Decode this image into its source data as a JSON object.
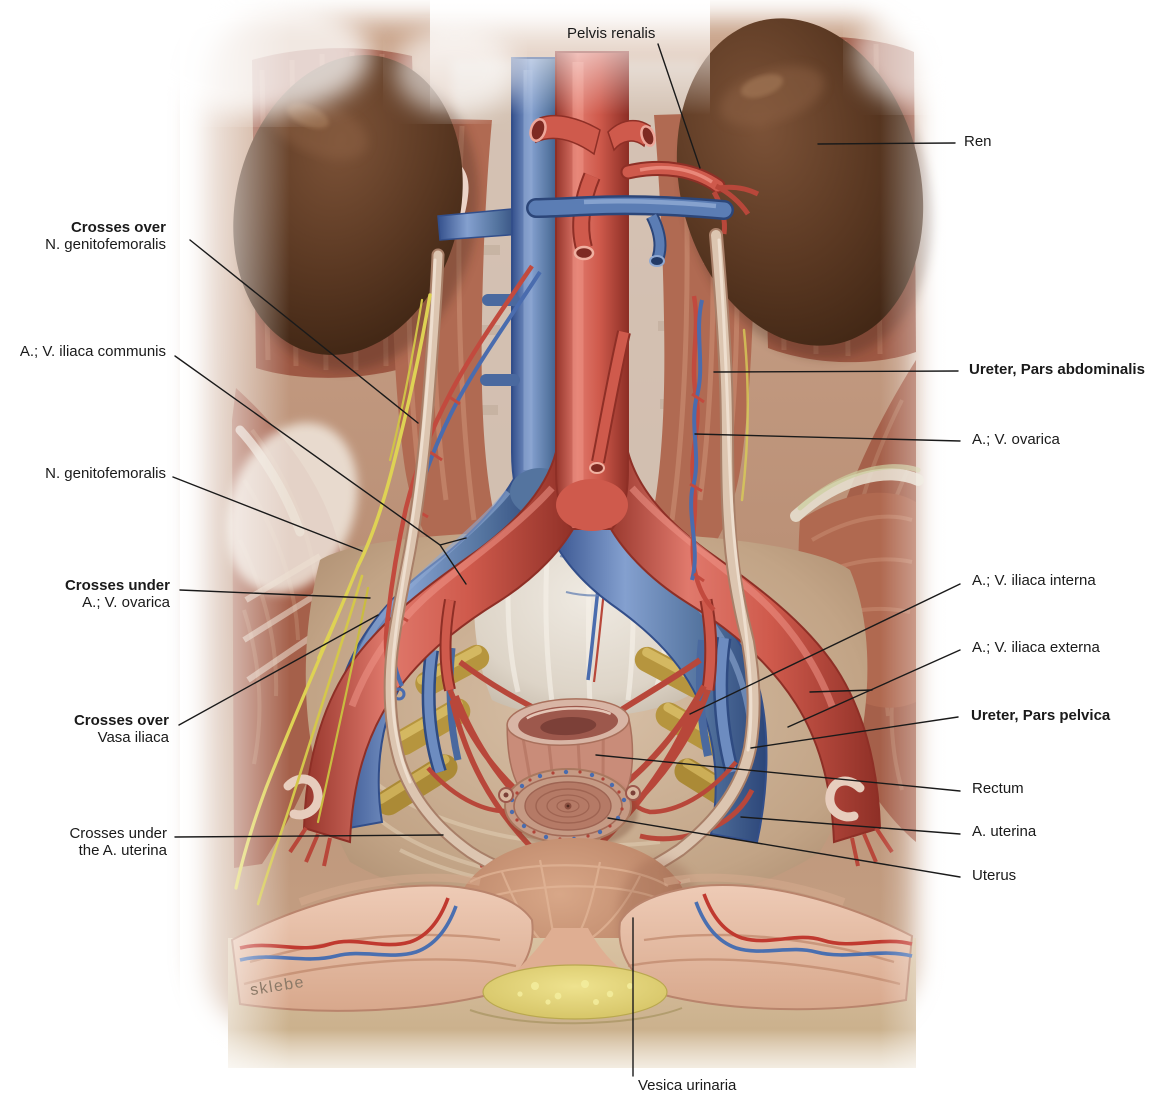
{
  "figure": {
    "title_none_visible": "",
    "signature": "sklebe",
    "labels": {
      "pelvis_renalis": "Pelvis renalis",
      "ren": "Ren",
      "crosses_over_genitofemoralis": {
        "line1": "Crosses over",
        "line2": "N. genitofemoralis"
      },
      "iliaca_communis": "A.; V. iliaca communis",
      "n_genitofemoralis": "N. genitofemoralis",
      "crosses_under_ovarica": {
        "line1": "Crosses under",
        "line2": "A.; V. ovarica"
      },
      "crosses_over_vasa_iliaca": {
        "line1": "Crosses over",
        "line2": "Vasa iliaca"
      },
      "crosses_under_a_uterina": {
        "line1": "Crosses under",
        "line2": "the A. uterina"
      },
      "ureter_pars_abdominalis": "Ureter, Pars abdominalis",
      "ovarica": "A.; V. ovarica",
      "iliaca_interna": "A.; V. iliaca interna",
      "iliaca_externa": "A.; V. iliaca externa",
      "ureter_pars_pelvica": "Ureter, Pars pelvica",
      "rectum": "Rectum",
      "a_uterina": "A. uterina",
      "uterus": "Uterus",
      "vesica_urinaria": "Vesica urinaria"
    },
    "colors": {
      "artery": "#cf5a4c",
      "vein": "#5b7db4",
      "nerve_yellow": "#ded254",
      "kidney_brown": "#5a3a26",
      "ureter_pale": "#dcc5b0",
      "muscle": "#a4604a",
      "sacral_root_olive": "#b6953e",
      "fat_yellow": "#e7da7f",
      "label_text": "#1a1a1a",
      "background": "#ffffff"
    }
  }
}
